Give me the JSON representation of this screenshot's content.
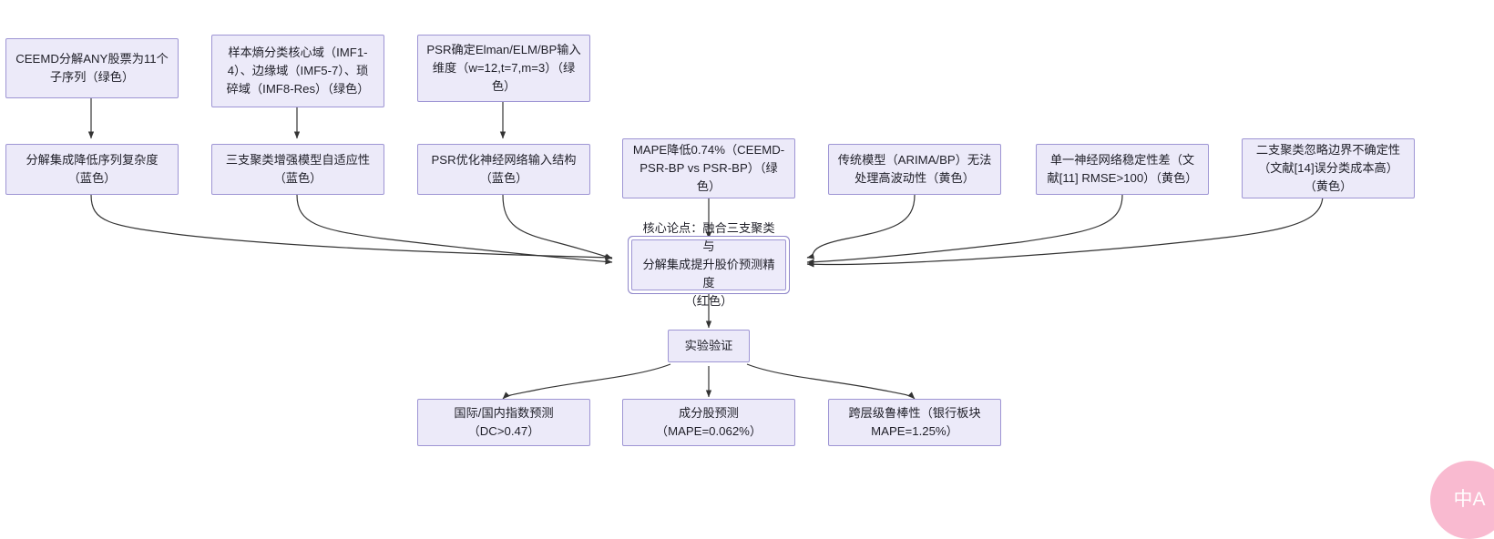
{
  "diagram": {
    "type": "flowchart",
    "title": "",
    "direction": "top-down converging",
    "theme": {
      "node_fill": "#ECEAF9",
      "node_border": "#9E95D4",
      "edge_color": "#333333",
      "background": "#FFFFFF",
      "watermark_color": "#F9B7CE"
    },
    "nodes": {
      "ceemd_decompose": "CEEMD分解ANY股票为11个\n子序列（绿色）",
      "sample_entropy": "样本熵分类核心域（IMF1-\n4）、边缘域（IMF5-7）、琐\n碎域（IMF8-Res）（绿色）",
      "psr_input_dim": "PSR确定Elman/ELM/BP输入\n维度（w=12,t=7,m=3）（绿\n色）",
      "reduce_complexity": "分解集成降低序列复杂度\n（蓝色）",
      "three_way_adaptive": "三支聚类增强模型自适应性\n（蓝色）",
      "psr_optimize": "PSR优化神经网络输入结构\n（蓝色）",
      "mape_gain": "MAPE降低0.74%（CEEMD-\nPSR-BP vs PSR-BP）（绿\n色）",
      "traditional_limit": "传统模型（ARIMA/BP）无法\n处理高波动性（黄色）",
      "single_nn_unstable": "单一神经网络稳定性差（文\n献[11] RMSE>100）（黄色）",
      "two_way_ignore": "二支聚类忽略边界不确定性\n（文献[14]误分类成本高）\n（黄色）",
      "core_claim": "核心论点：融合三支聚类与\n分解集成提升股价预测精度\n（红色）",
      "experiment": "实验验证",
      "result_index": "国际/国内指数预测\n（DC>0.47）",
      "result_component": "成分股预测\n（MAPE=0.062%）",
      "result_robust": "跨层级鲁棒性（银行板块\nMAPE=1.25%）"
    },
    "watermark": {
      "label": "中A"
    }
  }
}
